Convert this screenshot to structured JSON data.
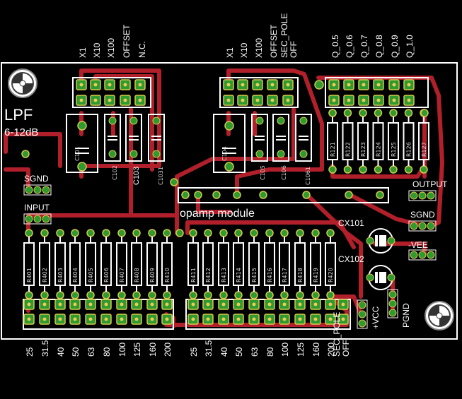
{
  "board": {
    "title": "LPF",
    "subtitle": "6-12dB",
    "opamp_label": "opamp module"
  },
  "headers": {
    "left_gain_labels": [
      "X1",
      "X10",
      "X100",
      "OFFSET",
      "N.C."
    ],
    "right_gain_labels": [
      "X1",
      "X10",
      "X100",
      "OFFSET",
      "SEC_POLE OFF"
    ],
    "q_labels": [
      "Q_0.5",
      "Q_0.6",
      "Q_0.7",
      "Q_0.8",
      "Q_0.9",
      "Q_1.0"
    ]
  },
  "connectors": {
    "sgnd_left": "SGND",
    "input": "INPUT",
    "output": "OUTPUT",
    "sgnd_right": "SGND",
    "vee": "-VEE",
    "vcc": "+VCC",
    "pgnd": "PGND"
  },
  "capacitors": {
    "c101": "C101",
    "c102": "C102",
    "c103": "C103",
    "c1031": "C1031",
    "c104": "C104",
    "c105": "C105",
    "c106": "C106",
    "c1061": "C1061",
    "cx101": "CX101",
    "cx102": "CX102"
  },
  "resistors": {
    "left_bank": [
      "R401",
      "R402",
      "R403",
      "R404",
      "R405",
      "R406",
      "R407",
      "R408",
      "R409",
      "R410"
    ],
    "right_bank": [
      "R411",
      "R412",
      "R413",
      "R414",
      "R415",
      "R416",
      "R417",
      "R418",
      "R419",
      "R420"
    ],
    "q_bank": [
      "R121",
      "R122",
      "R123",
      "R124",
      "R125",
      "R126",
      "R127"
    ]
  },
  "frequencies": {
    "left": [
      "25",
      "31.5",
      "40",
      "50",
      "63",
      "80",
      "100",
      "125",
      "160",
      "200"
    ],
    "right": [
      "25",
      "31.5",
      "40",
      "50",
      "63",
      "80",
      "100",
      "125",
      "160",
      "200",
      "SEC_POLE OFF"
    ]
  },
  "colors": {
    "background": "#000000",
    "trace": "#b1202a",
    "pad": "#2f9a2f",
    "silkscreen": "#ffffff"
  }
}
